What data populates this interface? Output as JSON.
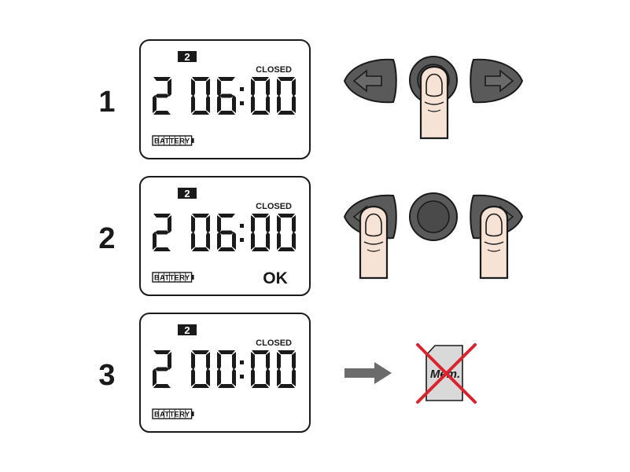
{
  "steps": [
    {
      "number": "1",
      "display": {
        "program_badge": "2",
        "status": "CLOSED",
        "main_digit": "2",
        "time": "06:00",
        "battery_label": "BATTERY",
        "confirm": ""
      },
      "action": "press-center-button"
    },
    {
      "number": "2",
      "display": {
        "program_badge": "2",
        "status": "CLOSED",
        "main_digit": "2",
        "time": "06:00",
        "battery_label": "BATTERY",
        "confirm": "OK"
      },
      "action": "press-left-and-right-buttons"
    },
    {
      "number": "3",
      "display": {
        "program_badge": "2",
        "status": "CLOSED",
        "main_digit": "2",
        "time": "00:00",
        "battery_label": "BATTERY",
        "confirm": ""
      },
      "action": "no-memory-card"
    }
  ],
  "memory_card": {
    "label": "Mem."
  },
  "colors": {
    "outline": "#1a1a1a",
    "button_dark": "#5a5a5a",
    "button_inner": "#4a4a4a",
    "finger_skin": "#f6e3d6",
    "arrow_gray": "#6b6b6b",
    "card_fill": "#d9d9d9",
    "cross_red": "#d9232d"
  }
}
